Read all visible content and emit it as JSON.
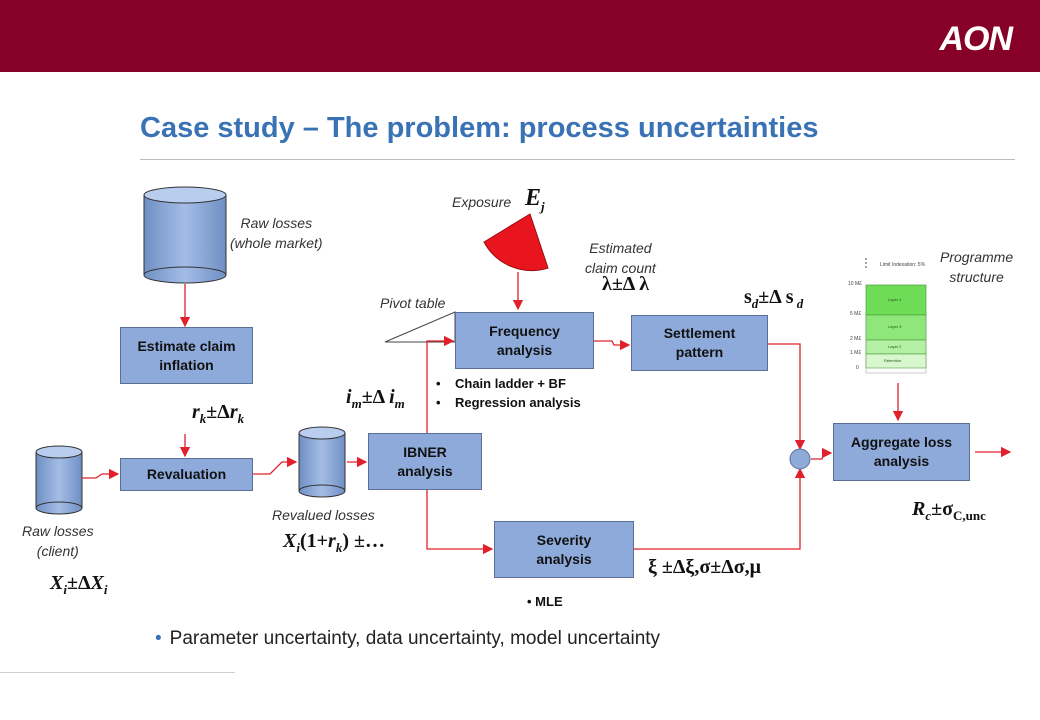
{
  "header": {
    "logo": "AON"
  },
  "slide": {
    "title": "Case study – The problem: process uncertainties",
    "bottom_bullet": "Parameter uncertainty, data uncertainty, model uncertainty"
  },
  "boxes": {
    "estimate_inflation": "Estimate claim inflation",
    "revaluation": "Revaluation",
    "ibner": "IBNER analysis",
    "frequency": "Frequency analysis",
    "settlement": "Settlement pattern",
    "severity": "Severity analysis",
    "aggregate": "Aggregate loss analysis"
  },
  "labels": {
    "raw_losses_market": "Raw losses\n(whole market)",
    "raw_losses_client": "Raw losses\n(client)",
    "revalued_losses": "Revalued losses",
    "exposure": "Exposure",
    "estimated_claim_count": "Estimated\nclaim count",
    "pivot_table": "Pivot table",
    "programme_structure": "Programme\nstructure"
  },
  "bullets": {
    "frequency": [
      "Chain ladder + BF",
      "Regression analysis"
    ],
    "severity": [
      "MLE"
    ]
  },
  "programme_chart": {
    "title": "Limit Indexation: 5%",
    "ticks": [
      "10 M£",
      "5 M£",
      "2 M£",
      "1 M£",
      "0"
    ],
    "layers": [
      "Layer 4",
      "Layer 3",
      "Layer 2",
      "Retention"
    ]
  },
  "colors": {
    "brand": "#870027",
    "title": "#3a73b5",
    "box": "#8eaadb",
    "wire": "#e0202a",
    "exposure_wedge": "#e8151e"
  }
}
